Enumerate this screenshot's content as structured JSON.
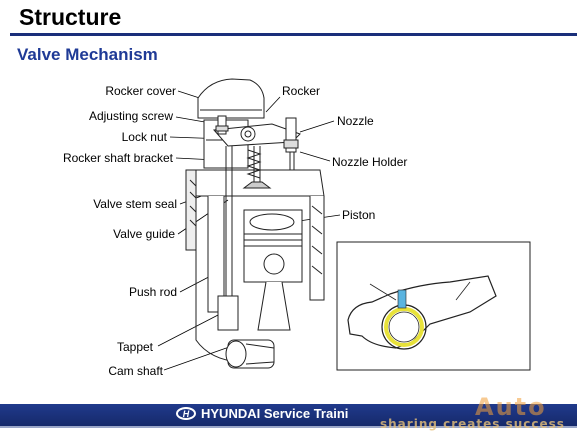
{
  "slide": {
    "title": "Structure",
    "subtitle": "Valve Mechanism"
  },
  "labels": {
    "rocker_cover": "Rocker cover",
    "adjusting_screw": "Adjusting screw",
    "lock_nut": "Lock nut",
    "rocker_shaft_bracket": "Rocker shaft bracket",
    "valve_stem_seal": "Valve stem seal",
    "valve_guide": "Valve guide",
    "push_rod": "Push  rod",
    "tappet": "Tappet",
    "cam_shaft": "Cam shaft",
    "rocker": "Rocker",
    "nozzle": "Nozzle",
    "nozzle_holder": "Nozzle Holder",
    "piston": "Piston"
  },
  "footer": {
    "brand": "HYUNDAI Service Traini",
    "logo_text": "H"
  },
  "watermark": {
    "main": "Auto",
    "sub": "sharing creates success"
  },
  "colors": {
    "title_rule": "#1a2f7a",
    "subtitle": "#1f3a96",
    "footer_bar": "#203a8c",
    "inset_ring_highlight": "#e8e23a",
    "inset_screw_highlight": "#5ab4e0"
  }
}
